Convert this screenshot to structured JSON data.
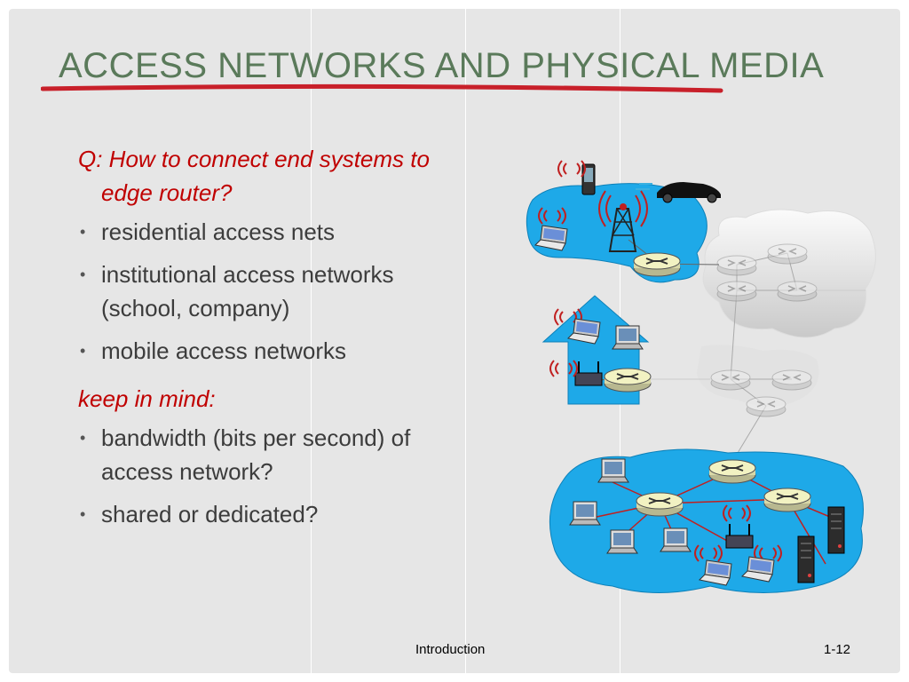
{
  "slide": {
    "title": "ACCESS NETWORKS AND PHYSICAL MEDIA",
    "question": "Q: How to connect end systems to edge router?",
    "bullets_1": [
      "residential access nets",
      "institutional access networks (school, company)",
      "mobile access networks"
    ],
    "keep_in_mind": "keep in mind:",
    "bullets_2": [
      "bandwidth (bits per second) of access network?",
      "shared or dedicated?"
    ],
    "footer_left": "Introduction",
    "footer_right": "1-12"
  },
  "colors": {
    "background": "#e6e6e6",
    "title": "#5a7a5a",
    "accent_red": "#c00000",
    "network_blue": "#1ea9e8"
  },
  "diagram": {
    "nodes": [
      "mobile-network",
      "home-network",
      "institutional-network",
      "core-network"
    ]
  }
}
